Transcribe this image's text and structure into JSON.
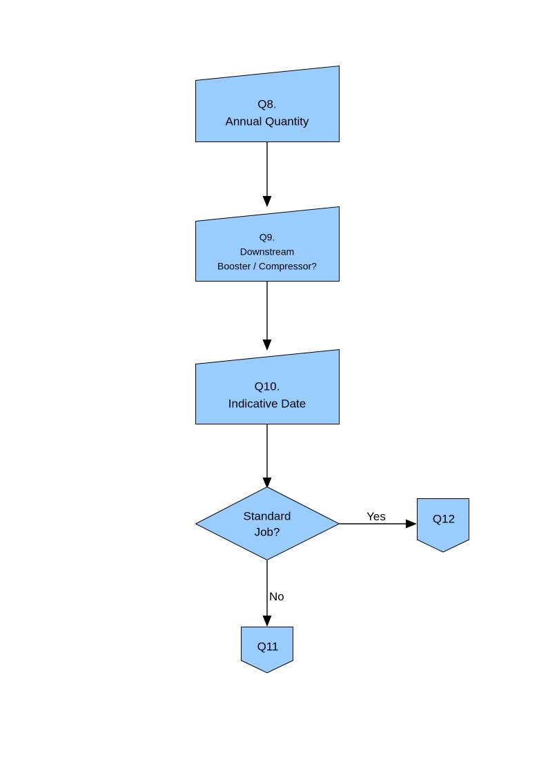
{
  "diagram": {
    "type": "flowchart",
    "orientation": "vertical",
    "background_color": "#ffffff",
    "shape_fill_color": "#99ccff",
    "shape_stroke_color": "#000000",
    "text_color": "#000000",
    "nodes": [
      {
        "id": "q8",
        "shape": "slanted-rectangle",
        "lines": [
          "Q8.",
          "Annual Quantity"
        ],
        "line1": "Q8.",
        "line2": "Annual Quantity",
        "line3": ""
      },
      {
        "id": "q9",
        "shape": "slanted-rectangle",
        "lines": [
          "Q9.",
          "Downstream",
          "Booster / Compressor?"
        ],
        "line1": "Q9.",
        "line2": "Downstream",
        "line3": "Booster / Compressor?"
      },
      {
        "id": "q10",
        "shape": "slanted-rectangle",
        "lines": [
          "Q10.",
          "Indicative Date"
        ],
        "line1": "Q10.",
        "line2": "Indicative Date",
        "line3": ""
      },
      {
        "id": "decision",
        "shape": "diamond",
        "lines": [
          "Standard",
          "Job?"
        ],
        "line1": "Standard",
        "line2": "Job?",
        "line3": ""
      },
      {
        "id": "q12",
        "shape": "shield-pentagon",
        "lines": [
          "Q12"
        ],
        "line1": "Q12",
        "line2": "",
        "line3": ""
      },
      {
        "id": "q11",
        "shape": "shield-pentagon",
        "lines": [
          "Q11"
        ],
        "line1": "Q11",
        "line2": "",
        "line3": ""
      }
    ],
    "edges": [
      {
        "id": "q8-to-q9",
        "from": "q8",
        "to": "q9",
        "label": ""
      },
      {
        "id": "q9-to-q10",
        "from": "q9",
        "to": "q10",
        "label": ""
      },
      {
        "id": "q10-to-decision",
        "from": "q10",
        "to": "decision",
        "label": ""
      },
      {
        "id": "decision-to-q12",
        "from": "decision",
        "to": "q12",
        "label": "Yes"
      },
      {
        "id": "decision-to-q11",
        "from": "decision",
        "to": "q11",
        "label": "No"
      }
    ]
  }
}
